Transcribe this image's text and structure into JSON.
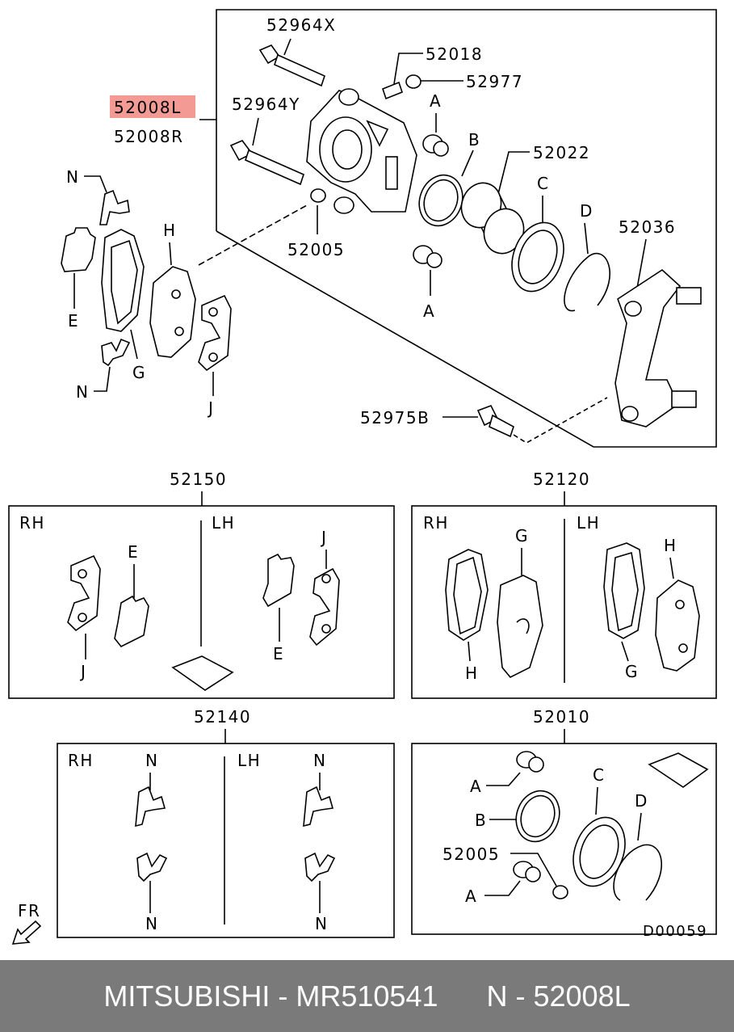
{
  "diagram": {
    "highlighted_part": "52008L",
    "assembly_labels": [
      "52008L",
      "52008R"
    ],
    "bolt_upper": "52964X",
    "bolt_lower": "52964Y",
    "bleeder": "52018",
    "bleeder_cap": "52977",
    "piston": "52022",
    "support": "52036",
    "boot_ring": "52005",
    "support_bolt": "52975B",
    "letters": {
      "A": "A",
      "B": "B",
      "C": "C",
      "D": "D",
      "E": "E",
      "G": "G",
      "H": "H",
      "J": "J",
      "N": "N"
    },
    "kits": {
      "shim_kit": {
        "code": "52150",
        "rh": "RH",
        "lh": "LH"
      },
      "pad_kit": {
        "code": "52120",
        "rh": "RH",
        "lh": "LH"
      },
      "clip_kit": {
        "code": "52140",
        "rh": "RH",
        "lh": "LH"
      },
      "seal_kit": {
        "code": "52010"
      }
    },
    "fr_label": "FR",
    "diagram_id": "D00059"
  },
  "footer": {
    "text": "MITSUBISHI - MR510541      N - 52008L"
  },
  "colors": {
    "highlight": "#f39a95",
    "footer_bg": "#7a7a7a"
  }
}
